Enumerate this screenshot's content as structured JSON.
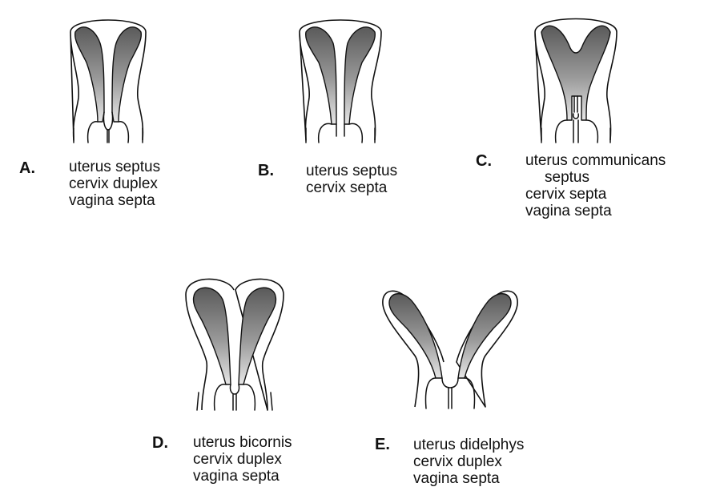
{
  "panels": [
    {
      "letter": "A.",
      "lines": [
        "uterus septus",
        "cervix duplex",
        "vagina septa"
      ]
    },
    {
      "letter": "B.",
      "lines": [
        "uterus septus",
        "cervix septa"
      ]
    },
    {
      "letter": "C.",
      "lines": [
        "uterus communicans",
        "septus",
        "cervix septa",
        "vagina septa"
      ]
    },
    {
      "letter": "D.",
      "lines": [
        "uterus bicornis",
        "cervix duplex",
        "vagina septa"
      ]
    },
    {
      "letter": "E.",
      "lines": [
        "uterus didelphys",
        "cervix duplex",
        "vagina septa"
      ]
    }
  ]
}
